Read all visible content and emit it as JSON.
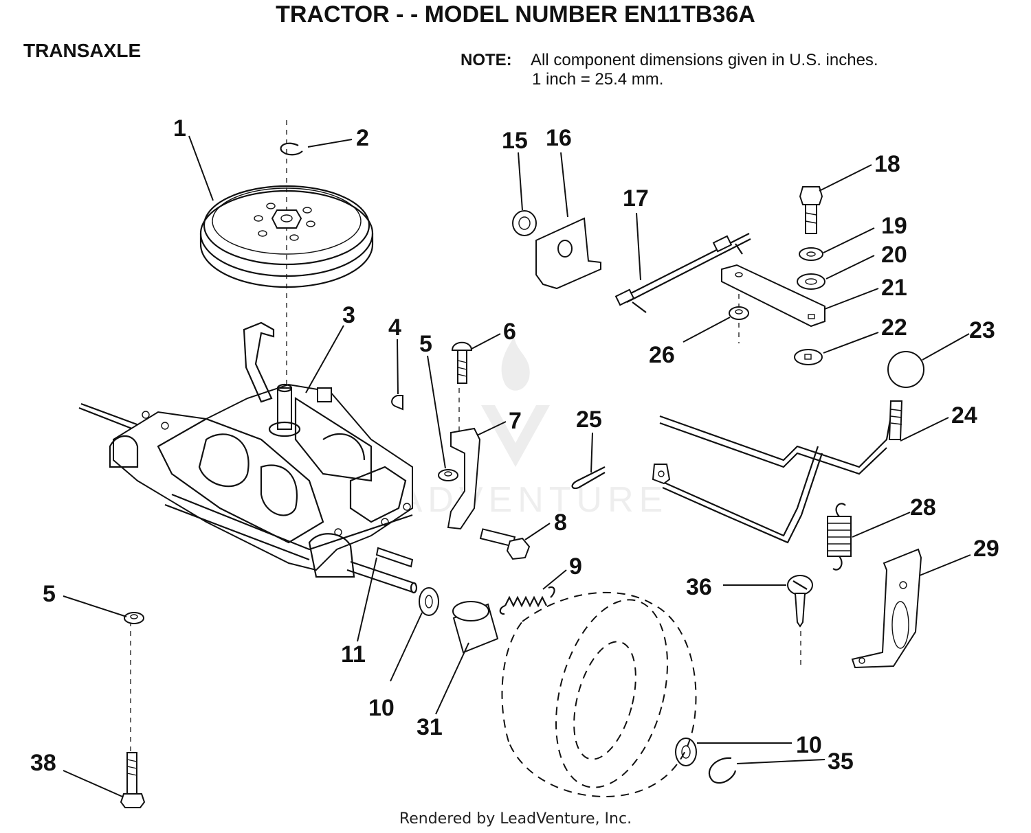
{
  "header": {
    "title": "TRACTOR - - MODEL NUMBER EN11TB36A",
    "section": "TRANSAXLE",
    "note_label": "NOTE:",
    "note_line1": "All component dimensions given in U.S. inches.",
    "note_line2": "1 inch = 25.4 mm."
  },
  "watermark": {
    "text": "LEADVENTURE"
  },
  "footer": {
    "text": "Rendered by LeadVenture, Inc."
  },
  "callouts": {
    "c1": "1",
    "c2": "2",
    "c3": "3",
    "c4": "4",
    "c5a": "5",
    "c5b": "5",
    "c6": "6",
    "c7": "7",
    "c8": "8",
    "c9": "9",
    "c10a": "10",
    "c10b": "10",
    "c11": "11",
    "c15": "15",
    "c16": "16",
    "c17": "17",
    "c18": "18",
    "c19": "19",
    "c20": "20",
    "c21": "21",
    "c22": "22",
    "c23": "23",
    "c24": "24",
    "c25": "25",
    "c26": "26",
    "c28": "28",
    "c29": "29",
    "c31": "31",
    "c35": "35",
    "c36": "36",
    "c38": "38"
  }
}
